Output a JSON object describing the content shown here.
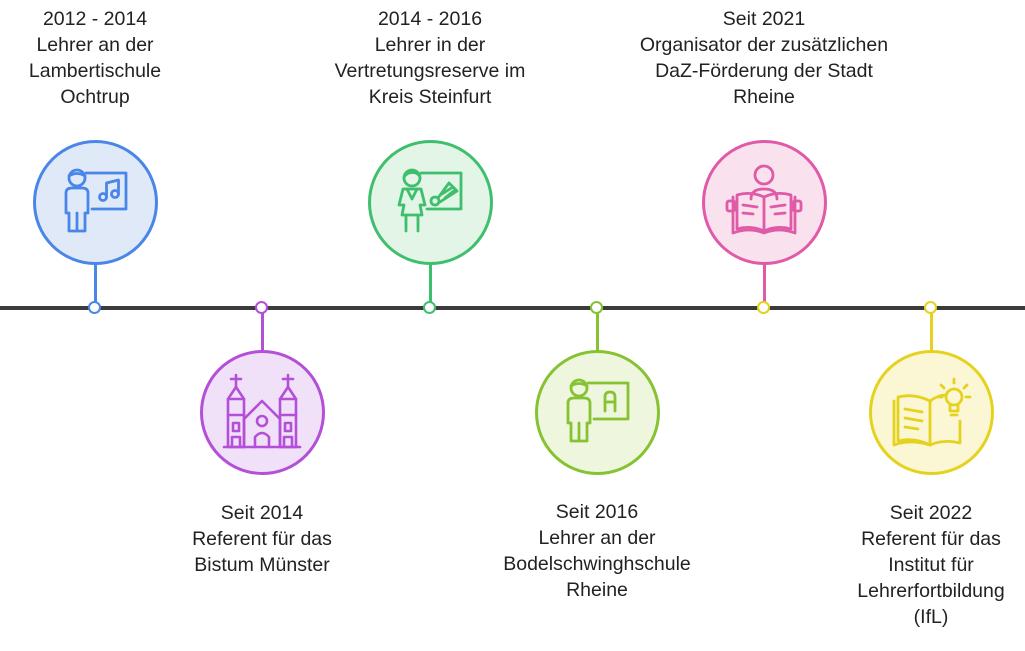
{
  "colors": {
    "blue": "#4a86e8",
    "purple": "#b44fd8",
    "green": "#3fbf6e",
    "lime": "#86c232",
    "pink": "#e05aa8",
    "yellow": "#e5d21f",
    "line": "#3b3b3b"
  },
  "events": [
    {
      "date": "2012 - 2014",
      "lines": [
        "Lehrer an der",
        "Lambertischule",
        "Ochtrup"
      ],
      "icon": "music-teacher-icon"
    },
    {
      "date": "Seit 2014",
      "lines": [
        "Referent für das",
        "Bistum Münster"
      ],
      "icon": "church-icon"
    },
    {
      "date": "2014 - 2016",
      "lines": [
        "Lehrer in der",
        "Vertretungsreserve im",
        "Kreis Steinfurt"
      ],
      "icon": "sports-teacher-icon"
    },
    {
      "date": "Seit 2016",
      "lines": [
        "Lehrer an der",
        "Bodelschwinghschule",
        "Rheine"
      ],
      "icon": "language-teacher-icon"
    },
    {
      "date": "Seit 2021",
      "lines": [
        "Organisator der zusätzlichen",
        "DaZ-Förderung der Stadt",
        "Rheine"
      ],
      "icon": "reading-person-icon"
    },
    {
      "date": "Seit 2022",
      "lines": [
        "Referent für das",
        "Institut für",
        "Lehrerfortbildung",
        "(IfL)"
      ],
      "icon": "book-lightbulb-icon"
    }
  ]
}
